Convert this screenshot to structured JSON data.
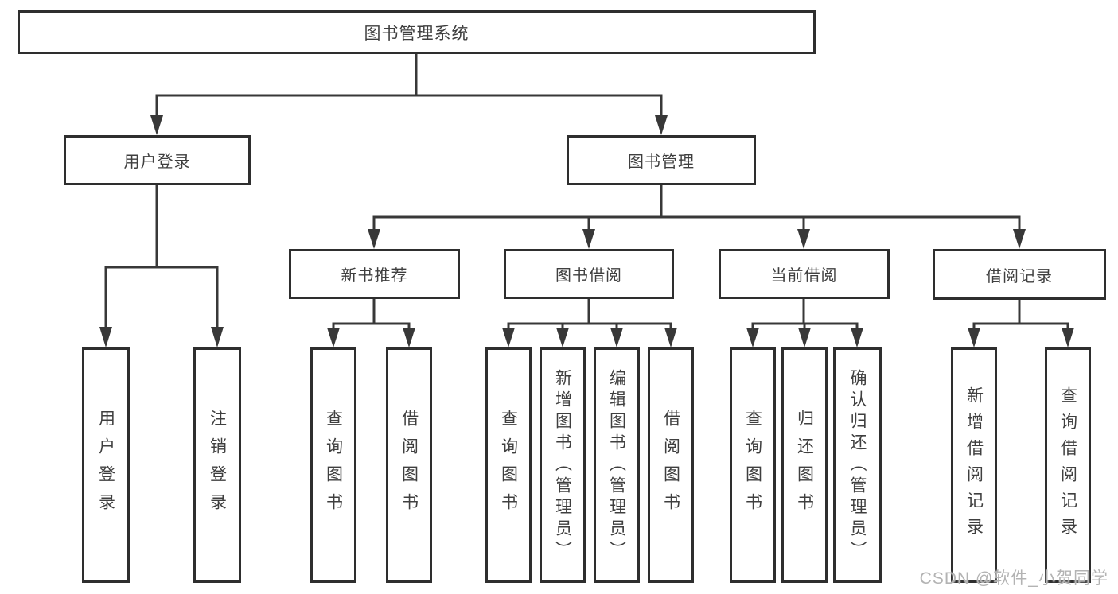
{
  "diagram_title": "图书管理系统",
  "tree": {
    "label": "图书管理系统",
    "children": [
      {
        "label": "用户登录",
        "children": [
          {
            "label": "用户登录"
          },
          {
            "label": "注销登录"
          }
        ]
      },
      {
        "label": "图书管理",
        "children": [
          {
            "label": "新书推荐",
            "children": [
              {
                "label": "查询图书"
              },
              {
                "label": "借阅图书"
              }
            ]
          },
          {
            "label": "图书借阅",
            "children": [
              {
                "label": "查询图书"
              },
              {
                "label": "新增图书（管理员）"
              },
              {
                "label": "编辑图书（管理员）"
              },
              {
                "label": "借阅图书"
              }
            ]
          },
          {
            "label": "当前借阅",
            "children": [
              {
                "label": "查询图书"
              },
              {
                "label": "归还图书"
              },
              {
                "label": "确认归还（管理员）"
              }
            ]
          },
          {
            "label": "借阅记录",
            "children": [
              {
                "label": "新增借阅记录"
              },
              {
                "label": "查询借阅记录"
              }
            ]
          }
        ]
      }
    ]
  },
  "colors": {
    "line": "#383838",
    "border": "#2e2e2e",
    "text": "#3f3f3f",
    "watermark": "#b3b3b3"
  },
  "watermark": "CSDN @软件_小贺同学"
}
